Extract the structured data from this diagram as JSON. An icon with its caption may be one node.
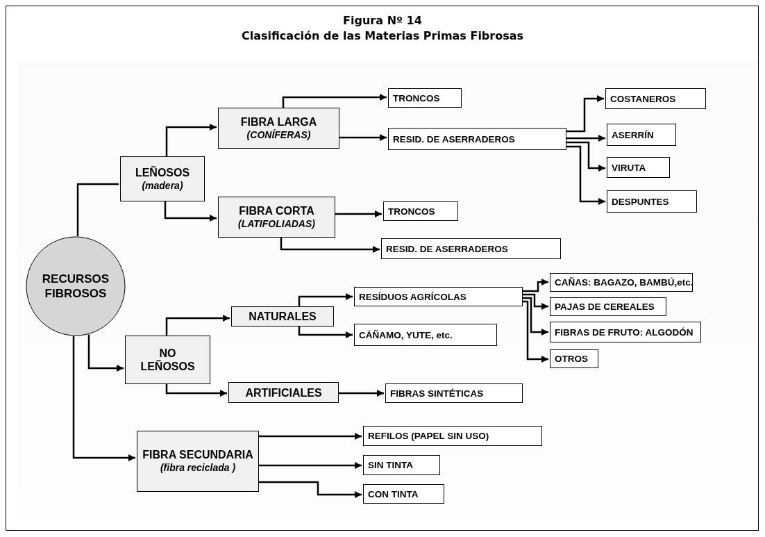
{
  "diagram": {
    "title": "Figura Nº 14",
    "nodes": [
      {
        "text": [
          "RECURSOS FIBROSOS"
        ]
      },
      {
        "text": [
          "LEÑOSOS",
          "(madera)"
        ]
      },
      {
        "text": [
          "FIBRA LARGA",
          "(CONÍFERAS)"
        ]
      },
      {
        "text": [
          "TRONCOS"
        ]
      },
      {
        "text": [
          "RESID. DE ASERRADEROS"
        ]
      },
      {
        "text": [
          "COSTANEROS"
        ]
      },
      {
        "text": [
          "ASERRÍN"
        ]
      },
      {
        "text": [
          "VIRUTA"
        ]
      },
      {
        "text": [
          "DESPUNTES"
        ]
      },
      {
        "text": [
          "FIBRA CORTA",
          "(LATIFOLIADAS)"
        ]
      },
      {
        "text": [
          "TRONCOS"
        ]
      },
      {
        "text": [
          "RESID. DE ASERRADEROS"
        ]
      },
      {
        "text": [
          "NO LEÑOSOS"
        ]
      },
      {
        "text": [
          "NATURALES"
        ]
      },
      {
        "text": [
          "RESÍDUOS AGRÍCOLAS"
        ]
      },
      {
        "text": [
          "CÁÑAMO, YUTE, etc."
        ]
      },
      {
        "text": [
          "CAÑAS: BAGAZO, BAMBÚ,etc."
        ]
      },
      {
        "text": [
          "PAJAS DE CEREALES"
        ]
      },
      {
        "text": [
          "FIBRAS DE FRUTO: ALGODÓN"
        ]
      },
      {
        "text": [
          "OTROS"
        ]
      },
      {
        "text": [
          "ARTIFICIALES"
        ]
      },
      {
        "text": [
          "FIBRAS SINTÉTICAS"
        ]
      },
      {
        "text": [
          "FIBRA SECUNDARIA",
          "(fibra reciclada )"
        ]
      },
      {
        "text": [
          "REFILOS (PAPEL SIN USO)"
        ]
      },
      {
        "text": [
          "SIN TINTA"
        ]
      },
      {
        "text": [
          "CON TINTA"
        ]
      }
    ],
    "edges": [
      {
        "from": 0,
        "to": 1,
        "arrow": "none"
      },
      {
        "from": 1,
        "to": 2,
        "arrow": "to"
      },
      {
        "from": 1,
        "to": 9,
        "arrow": "to"
      },
      {
        "from": 2,
        "to": 3,
        "arrow": "to"
      },
      {
        "from": 2,
        "to": 4,
        "arrow": "to"
      },
      {
        "from": 4,
        "to": 5,
        "arrow": "to"
      },
      {
        "from": 4,
        "to": 6,
        "arrow": "to"
      },
      {
        "from": 4,
        "to": 7,
        "arrow": "to"
      },
      {
        "from": 4,
        "to": 8,
        "arrow": "to"
      },
      {
        "from": 9,
        "to": 10,
        "arrow": "to"
      },
      {
        "from": 9,
        "to": 11,
        "arrow": "to"
      },
      {
        "from": 0,
        "to": 12,
        "arrow": "to"
      },
      {
        "from": 0,
        "to": 22,
        "arrow": "to"
      },
      {
        "from": 12,
        "to": 13,
        "arrow": "to"
      },
      {
        "from": 12,
        "to": 20,
        "arrow": "to"
      },
      {
        "from": 13,
        "to": 14,
        "arrow": "to"
      },
      {
        "from": 13,
        "to": 15,
        "arrow": "to"
      },
      {
        "from": 14,
        "to": 16,
        "arrow": "to"
      },
      {
        "from": 14,
        "to": 17,
        "arrow": "to"
      },
      {
        "from": 14,
        "to": 18,
        "arrow": "to"
      },
      {
        "from": 14,
        "to": 19,
        "arrow": "to"
      },
      {
        "from": 20,
        "to": 21,
        "arrow": "to"
      },
      {
        "from": 22,
        "to": 23,
        "arrow": "to"
      },
      {
        "from": 22,
        "to": 24,
        "arrow": "to"
      },
      {
        "from": 22,
        "to": 25,
        "arrow": "to"
      }
    ],
    "labels": [
      "Clasificación de las Materias Primas Fibrosas"
    ]
  }
}
